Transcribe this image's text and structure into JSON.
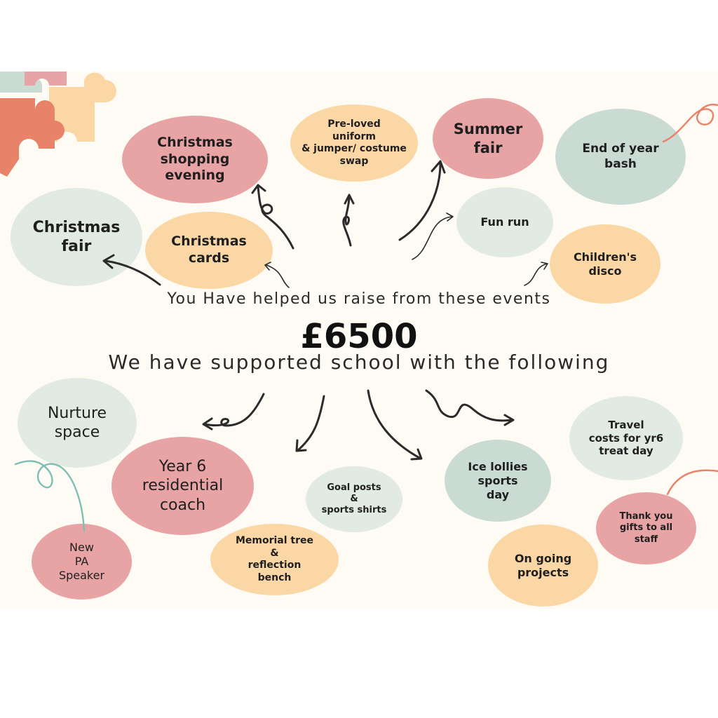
{
  "header": {
    "raised_intro": "You Have helped us raise from these events",
    "amount": "£6500",
    "supported_intro": "We have supported school with the following"
  },
  "events": [
    "Christmas\nshopping\nevening",
    "Pre-loved\nuniform\n& jumper/ costume\nswap",
    "Summer\nfair",
    "End of year\nbash",
    "Christmas\nfair",
    "Christmas\ncards",
    "Fun run",
    "Children's\ndisco"
  ],
  "supported": [
    "Nurture\nspace",
    "Year 6\nresidential\ncoach",
    "Goal posts\n&\nsports shirts",
    "Ice lollies\nsports\nday",
    "Travel\ncosts for yr6\ntreat day",
    "Thank you\ngifts to all\nstaff",
    "New\nPA\nSpeaker",
    "Memorial tree\n&\nreflection\nbench",
    "On going\nprojects"
  ],
  "colors": {
    "background": "#fdfbf4",
    "pink": "#e8a3a4",
    "peach": "#fbd7a6",
    "sage": "#c9dbd3",
    "mint": "#e1ebe3",
    "arrow": "#2b2b2b"
  },
  "icons": [
    "puzzle-icon",
    "curly-arrow-icon"
  ]
}
